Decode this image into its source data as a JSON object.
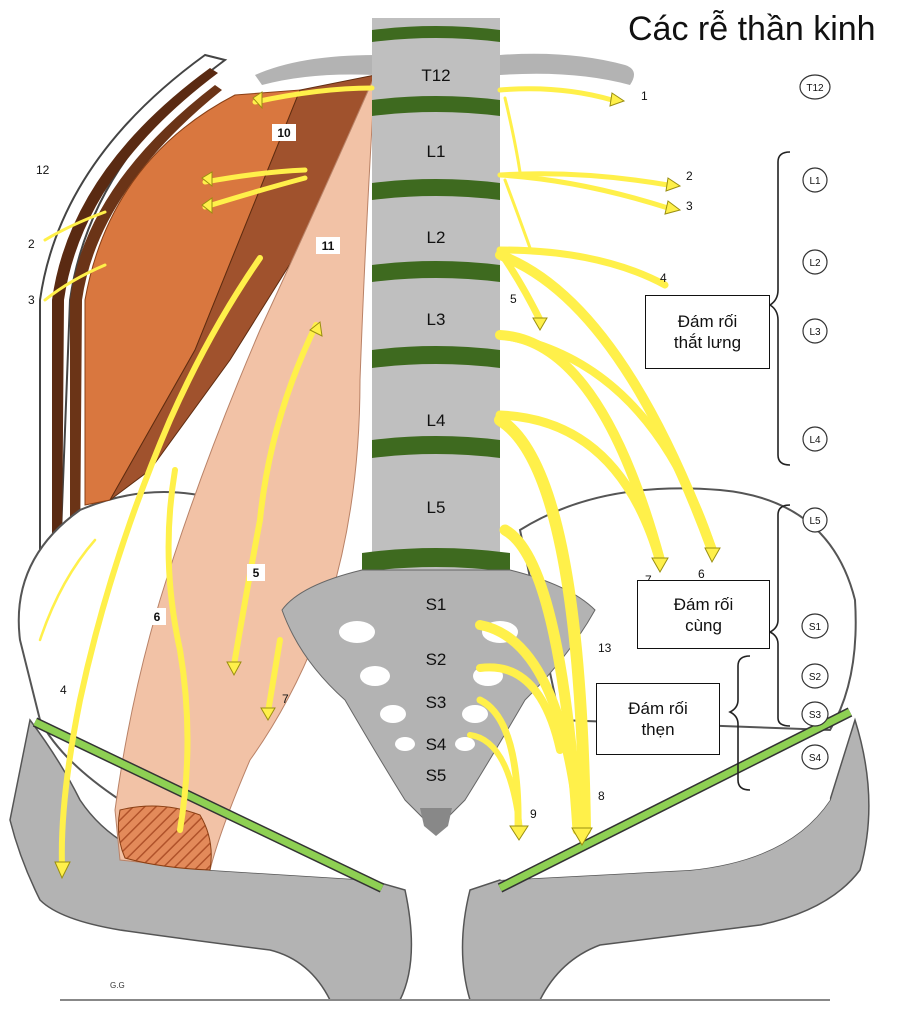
{
  "title": "Các rễ thần kinh",
  "vertebrae": [
    "T12",
    "L1",
    "L2",
    "L3",
    "L4",
    "L5",
    "S1",
    "S2",
    "S3",
    "S4",
    "S5"
  ],
  "nerve_numbers": {
    "n1": "1",
    "n2r": "2",
    "n3r": "3",
    "n4r": "4",
    "n5r": "5",
    "n6r": "6",
    "n7r": "7",
    "n8": "8",
    "n9": "9",
    "n13": "13",
    "n12": "12",
    "n2l": "2",
    "n3l": "3",
    "n4l": "4",
    "n7l": "7"
  },
  "boxed_numbers": {
    "b10": "10",
    "b11": "11",
    "b5": "5",
    "b6": "6"
  },
  "segment_labels": [
    "T12",
    "L1",
    "L2",
    "L3",
    "L4",
    "L5",
    "S1",
    "S2",
    "S3",
    "S4"
  ],
  "plexuses": {
    "lumbar": {
      "line1": "Đám rối",
      "line2": "thắt lưng"
    },
    "sacral": {
      "line1": "Đám rối",
      "line2": "cùng"
    },
    "pudendal": {
      "line1": "Đám rối",
      "line2": "thẹn"
    }
  },
  "signature": "G.G",
  "colors": {
    "nerve": "#FFF04A",
    "vertebra": "#BFBFBF",
    "disc": "#3E6A1F",
    "psoas": "#F2C2A6",
    "quadratus": "#A0522D",
    "oblique": "#D9773F",
    "ligament": "#8ED053",
    "bone": "#B3B3B3"
  }
}
